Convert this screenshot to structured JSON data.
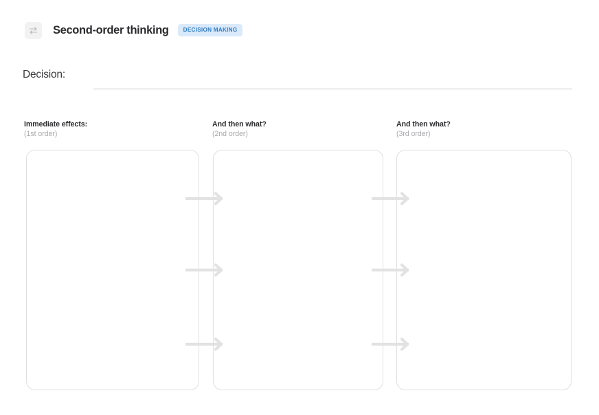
{
  "header": {
    "icon_name": "transfer-arrows-icon",
    "title": "Second-order thinking",
    "badge": "DECISION MAKING",
    "badge_bg": "#dbeafa",
    "badge_color": "#2f7cc4"
  },
  "decision": {
    "label": "Decision:",
    "value": ""
  },
  "columns": [
    {
      "heading": "Immediate effects:",
      "subheading": "(1st order)",
      "content": ""
    },
    {
      "heading": "And then what?",
      "subheading": "(2nd order)",
      "content": ""
    },
    {
      "heading": "And then what?",
      "subheading": "(3rd order)",
      "content": ""
    }
  ],
  "connectors": {
    "icon_name": "arrow-right-icon",
    "color": "#e2e2e3",
    "rows": 3,
    "groups": 2
  },
  "colors": {
    "text_primary": "#2b2b2e",
    "text_muted": "#a9a9ad",
    "card_border": "#e0e0e1",
    "rule": "#c7c7c9",
    "background": "#ffffff"
  }
}
